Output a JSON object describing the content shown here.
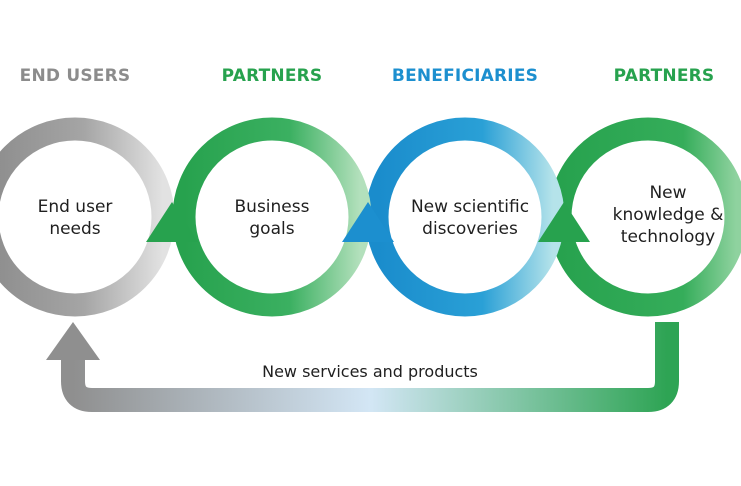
{
  "headers": {
    "end_users": "END USERS",
    "partners_1": "PARTNERS",
    "beneficiaries": "BENEFICIARIES",
    "partners_2": "PARTNERS"
  },
  "circles": {
    "end_user_needs": [
      "End user",
      "needs"
    ],
    "business_goals": [
      "Business",
      "goals"
    ],
    "scientific_discoveries": [
      "New scientific",
      "discoveries"
    ],
    "knowledge_technology": [
      "New",
      "knowledge &",
      "technology"
    ]
  },
  "bottom_label": "New services and products",
  "colors": {
    "gray": "#8c8c8c",
    "gray_light": "#dcdcdc",
    "green": "#27a24e",
    "green_light": "#a8dcb2",
    "blue": "#1c8fcf",
    "blue_light": "#a9dde9",
    "arrow_light": "#cfe6f5"
  }
}
